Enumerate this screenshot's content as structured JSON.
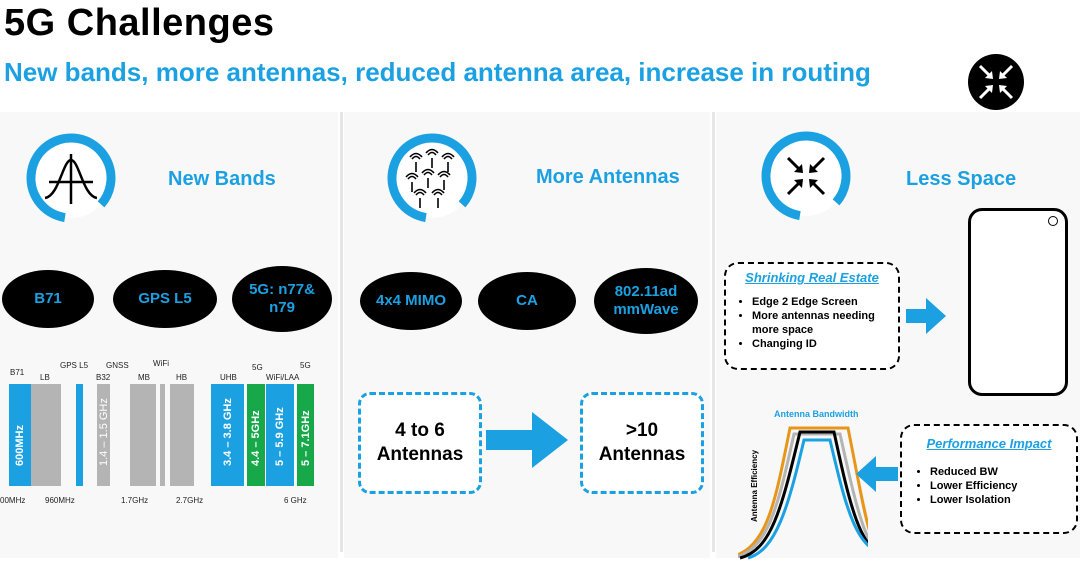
{
  "title": "5G Challenges",
  "subtitle": "New bands, more antennas, reduced antenna area, increase in routing",
  "colors": {
    "accent": "#1ba1e2",
    "black": "#000000",
    "gray": "#b4b4b4",
    "green": "#17a84a",
    "orange": "#e8961a"
  },
  "sections": {
    "bands": {
      "heading": "New Bands",
      "icon": "bell-curve-icon",
      "pills": [
        "B71",
        "GPS L5",
        "5G: n77&\nn79"
      ],
      "spectrum": {
        "top_labels": [
          "B71",
          "LB",
          "GPS L5",
          "GNSS",
          "B32",
          "WiFi",
          "MB",
          "HB",
          "UHB",
          "5G",
          "WiFi/LAA",
          "5G"
        ],
        "bar_labels": [
          "600MHz",
          "1.4 – 1.5 GHz",
          "3.4 – 3.8 GHz",
          "4.4 – 5GHz",
          "5 – 5.9 GHz",
          "5 – 7.1GHz"
        ],
        "axis_labels": [
          "00MHz",
          "960MHz",
          "1.7GHz",
          "2.7GHz",
          "6 GHz"
        ]
      }
    },
    "antennas": {
      "heading": "More Antennas",
      "icon": "antenna-array-icon",
      "pills": [
        "4x4 MIMO",
        "CA",
        "802.11ad\nmmWave"
      ],
      "from_line1": "4 to 6",
      "from_line2": "Antennas",
      "to_line1": ">10",
      "to_line2": "Antennas"
    },
    "space": {
      "heading": "Less Space",
      "icon": "compress-arrows-icon",
      "real_estate": {
        "title": "Shrinking Real Estate",
        "items": [
          "Edge 2 Edge Screen",
          "More antennas needing more space",
          "Changing ID"
        ]
      },
      "chart": {
        "title": "Antenna Bandwidth",
        "ylabel": "Antenna Efficiency"
      },
      "performance": {
        "title": "Performance Impact",
        "items": [
          "Reduced BW",
          "Lower Efficiency",
          "Lower Isolation"
        ]
      }
    }
  }
}
